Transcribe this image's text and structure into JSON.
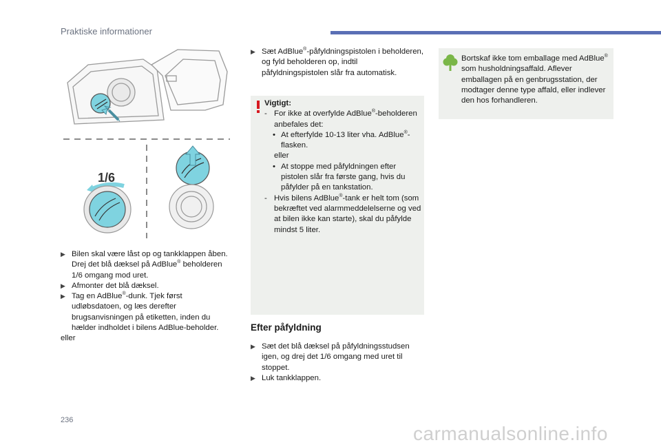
{
  "header": {
    "section_title": "Praktiske informationer"
  },
  "illustration": {
    "fraction_label": "1/6"
  },
  "col1": {
    "items": [
      {
        "text": "Bilen skal være låst op og tankklappen åben. Drej det blå dæksel på AdBlue® beholderen 1/6 omgang mod uret."
      },
      {
        "text": "Afmonter det blå dæksel."
      },
      {
        "text": "Tag en AdBlue®-dunk. Tjek først udløbsdatoen, og læs derefter brugsanvisningen på etiketten, inden du hælder indholdet i bilens AdBlue-beholder."
      }
    ],
    "trailing": "eller"
  },
  "col2": {
    "intro_item": "Sæt AdBlue®-påfyldningspistolen i beholderen, og fyld beholderen op, indtil påfyldningspistolen slår fra automatisk.",
    "warning": {
      "title": "Vigtigt:",
      "dash1": "For ikke at overfylde AdBlue®-beholderen anbefales det:",
      "sub1": "At efterfylde 10-13 liter vha. AdBlue®-flasken.",
      "or": "eller",
      "sub2": "At stoppe med påfyldningen efter pistolen slår fra første gang, hvis du påfylder på en tankstation.",
      "dash2": "Hvis bilens AdBlue®-tank er helt tom (som bekræftet ved alarmmeddelelserne og ved at bilen ikke kan starte), skal du påfylde mindst 5 liter."
    },
    "section_heading": "Efter påfyldning",
    "after_items": [
      {
        "text": "Sæt det blå dæksel på påfyldningsstudsen igen, og drej det 1/6 omgang med uret til stoppet."
      },
      {
        "text": "Luk tankklappen."
      }
    ]
  },
  "col3": {
    "eco_text": "Bortskaf ikke tom emballage med AdBlue® som husholdningsaffald. Aflever emballagen på en genbrugsstation, der modtager denne type affald, eller indlever den hos forhandleren."
  },
  "footer": {
    "page_number": "236",
    "watermark": "carmanualsonline.info"
  },
  "colors": {
    "accent_bar": "#5a6fb5",
    "box_bg": "#eef0ed",
    "warning_red": "#d71920",
    "eco_green": "#7ab648",
    "cap_blue": "#7fd3e0"
  },
  "icons": {
    "bullet": "square-arrow-icon",
    "warning": "exclamation-icon",
    "eco": "tree-icon"
  }
}
